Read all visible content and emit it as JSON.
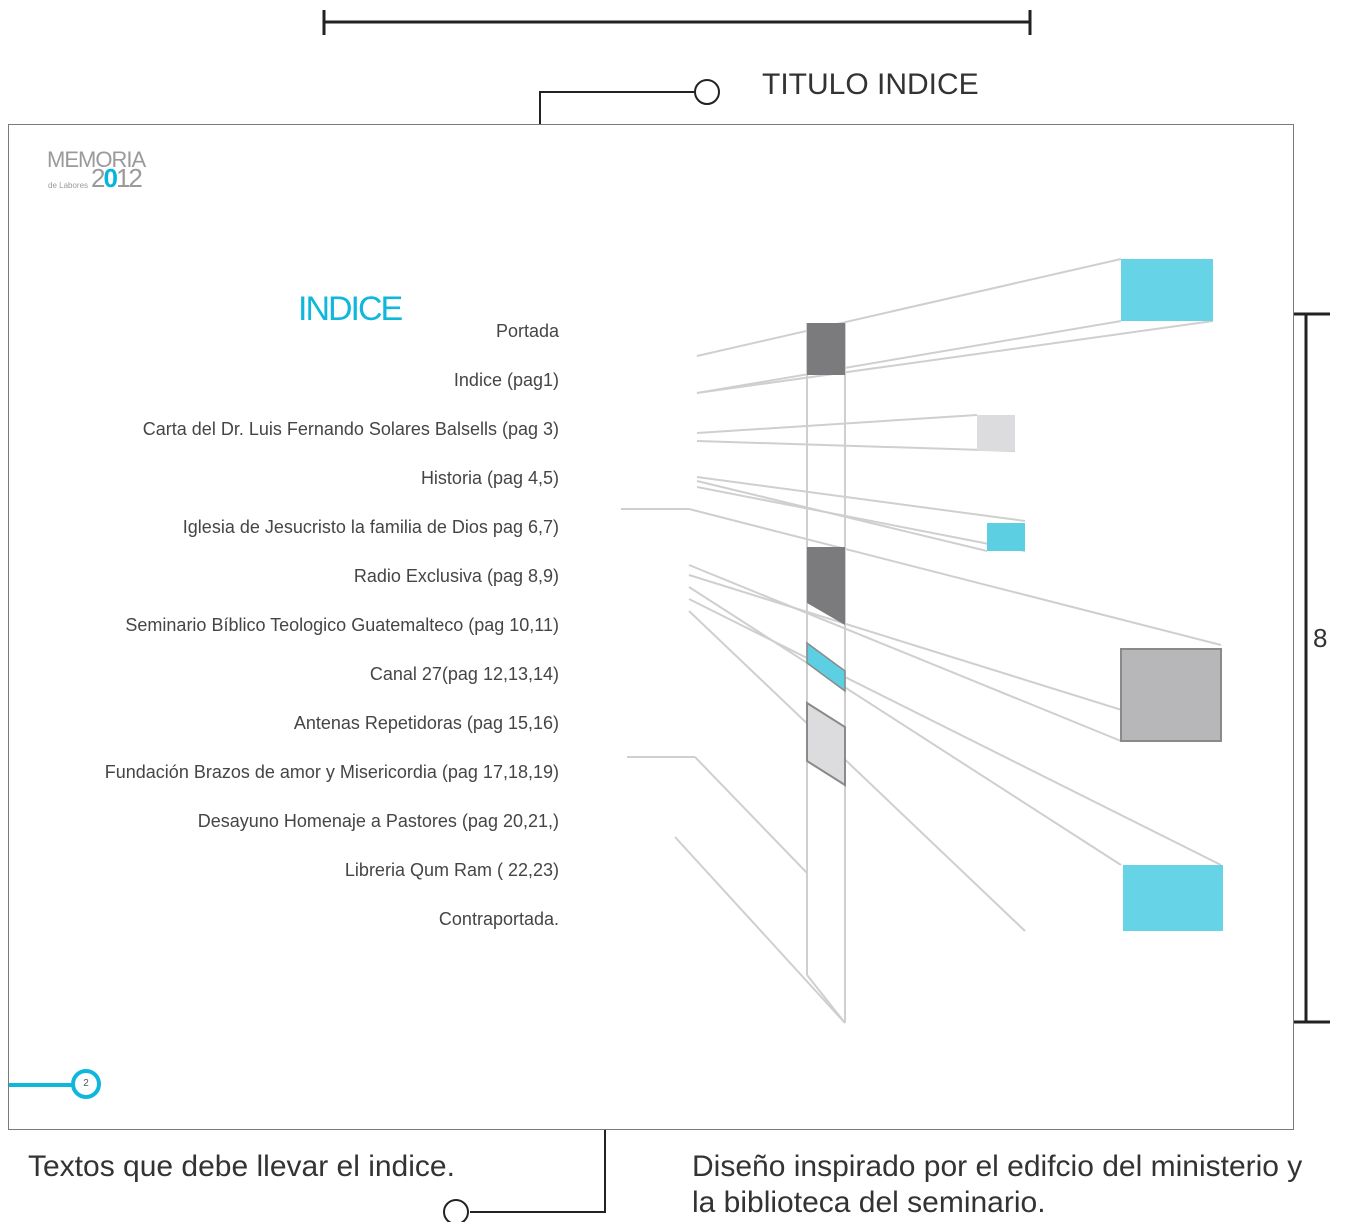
{
  "annotations": {
    "title_label": "TITULO INDICE",
    "dimension_right": "8",
    "texts_note": "Textos  que debe llevar el indice.",
    "design_note_line1": "Diseño inspirado por el edifcio del ministerio y",
    "design_note_line2": "la biblioteca del seminario."
  },
  "page": {
    "logo": {
      "top": "MEMORIA",
      "sub": "de Labores",
      "year_prefix": "2",
      "year_accent": "0",
      "year_suffix": "12"
    },
    "title": "INDICE",
    "toc": [
      "Portada",
      "Indice (pag1)",
      "Carta del Dr. Luis Fernando Solares Balsells (pag 3)",
      "Historia (pag 4,5)",
      "Iglesia de Jesucristo la familia de Dios pag 6,7)",
      "Radio Exclusiva (pag 8,9)",
      "Seminario Bíblico Teologico Guatemalteco (pag 10,11)",
      "Canal 27(pag 12,13,14)",
      "Antenas Repetidoras (pag 15,16)",
      "Fundación Brazos de amor y Misericordia (pag 17,18,19)",
      "Desayuno Homenaje a Pastores (pag 20,21,)",
      "Libreria Qum Ram ( 22,23)",
      "Contraportada."
    ],
    "page_number": "2"
  },
  "colors": {
    "accent": "#10b7dc",
    "light_cyan": "#66d4e6",
    "dark_gray": "#7b7b7d",
    "mid_gray": "#b7b7ba",
    "light_gray": "#dcdcde",
    "line_gray": "#cfcfcf"
  }
}
